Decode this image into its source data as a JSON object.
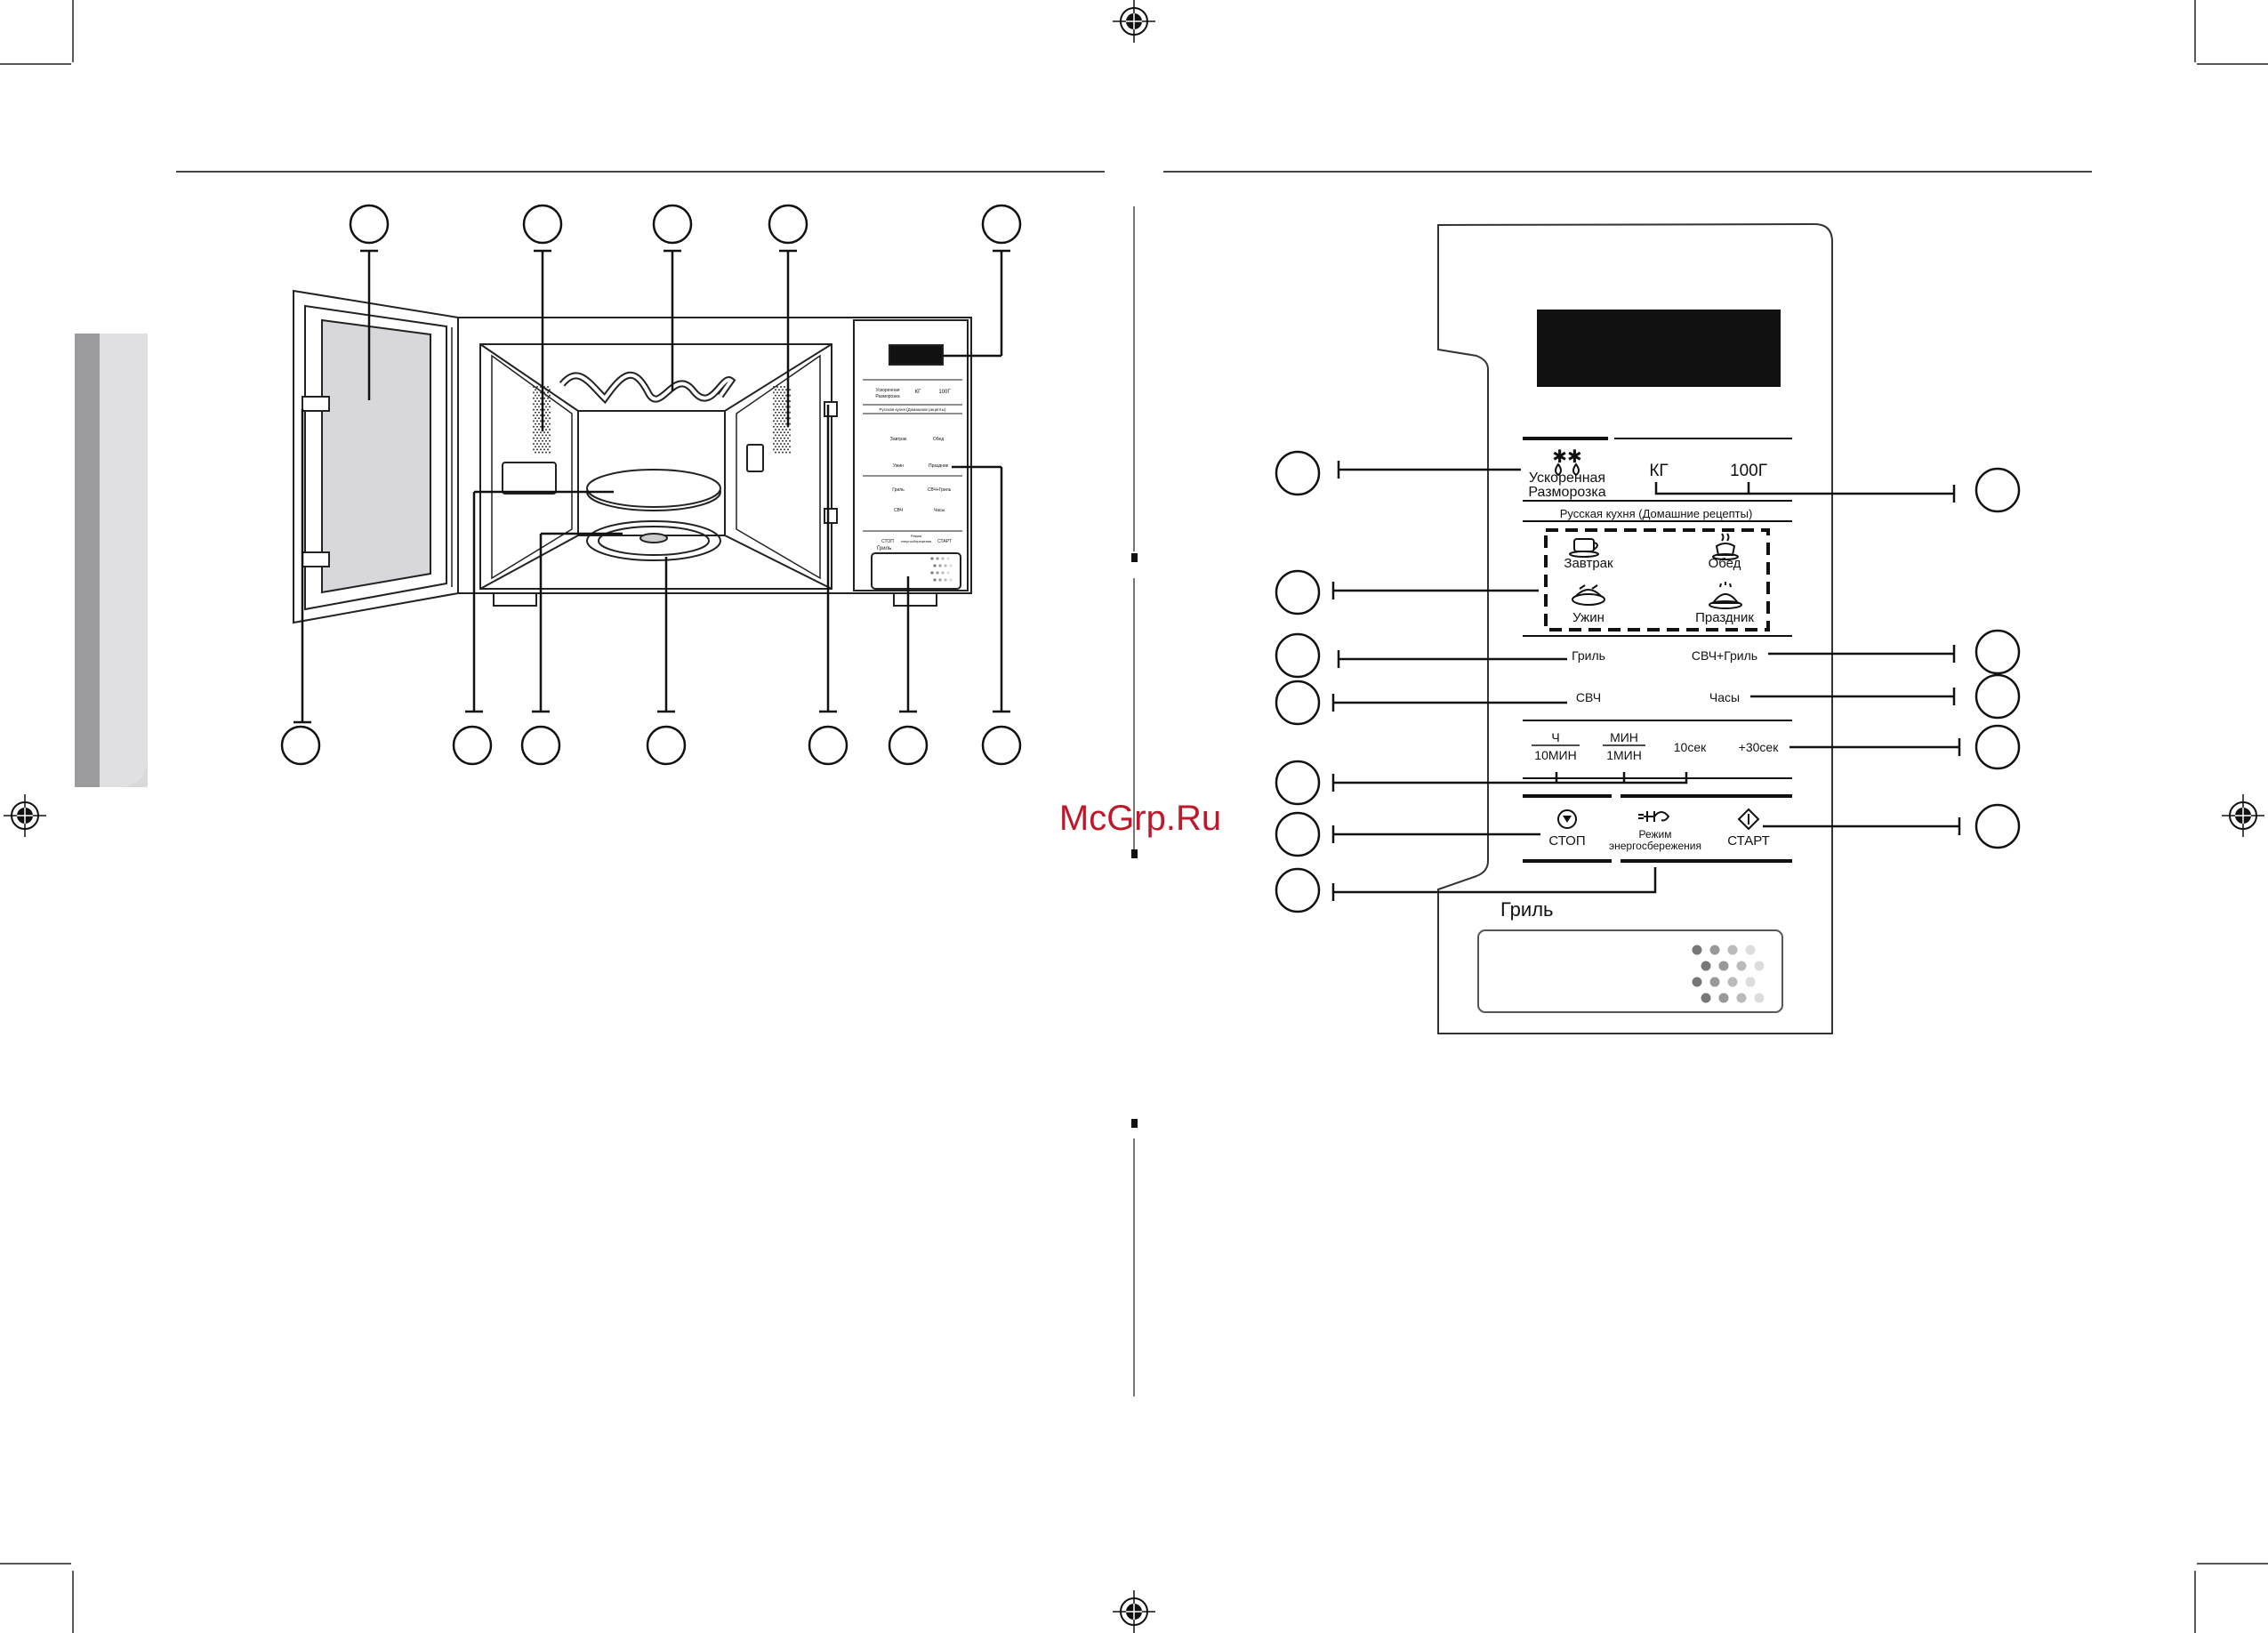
{
  "watermark": "McGrp.Ru",
  "panel": {
    "defrost_line1": "Ускоренная",
    "defrost_line2": "Разморозка",
    "kg": "КГ",
    "g100": "100Г",
    "russian_cuisine": "Русская кухня (Домашние рецепты)",
    "breakfast": "Завтрак",
    "lunch": "Обед",
    "dinner": "Ужин",
    "holiday": "Праздник",
    "grill": "Гриль",
    "mw_grill": "СВЧ+Гриль",
    "mw": "СВЧ",
    "clock": "Часы",
    "hour_top": "Ч",
    "hour_bottom": "10МИН",
    "min_top": "МИН",
    "min_bottom": "1МИН",
    "sec10": "10сек",
    "plus30": "+30сек",
    "stop": "СТОП",
    "eco_line1": "Режим",
    "eco_line2": "энергосбережения",
    "start": "СТАРТ",
    "grill_plate": "Гриль"
  },
  "mini_panel": {
    "defrost_line1": "Ускоренная",
    "defrost_line2": "Разморозка",
    "kg": "КГ",
    "g100": "100Г",
    "russian_cuisine": "Русская кухня (Домашние рецепты)",
    "breakfast": "Завтрак",
    "lunch": "Обед",
    "dinner": "Ужин",
    "holiday": "Праздник",
    "grill": "Гриль",
    "mw_grill": "СВЧ+Гриль",
    "mw": "СВЧ",
    "clock": "Часы",
    "stop": "СТОП",
    "eco_line1": "Режим",
    "eco_line2": "энергосбережения",
    "start": "СТАРТ",
    "grill_plate": "Гриль"
  }
}
